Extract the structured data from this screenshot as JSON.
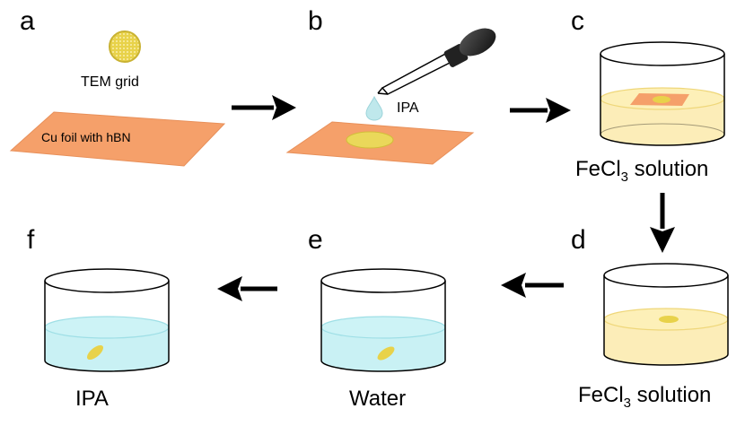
{
  "panels": {
    "a": {
      "letter": "a",
      "grid_label": "TEM grid",
      "foil_label": "Cu foil with hBN"
    },
    "b": {
      "letter": "b",
      "dropper_label": "IPA"
    },
    "c": {
      "letter": "c",
      "solution_main": "FeCl",
      "solution_sub": "3",
      "solution_rest": " solution"
    },
    "d": {
      "letter": "d",
      "solution_main": "FeCl",
      "solution_sub": "3",
      "solution_rest": " solution"
    },
    "e": {
      "letter": "e",
      "caption": "Water"
    },
    "f": {
      "letter": "f",
      "caption": "IPA"
    }
  },
  "colors": {
    "foil": "#f5a06a",
    "grid": "#e8d24a",
    "fecl3": "#fbe9a6",
    "water": "#bfeef2",
    "ipa_drop": "#bfe8ec"
  }
}
